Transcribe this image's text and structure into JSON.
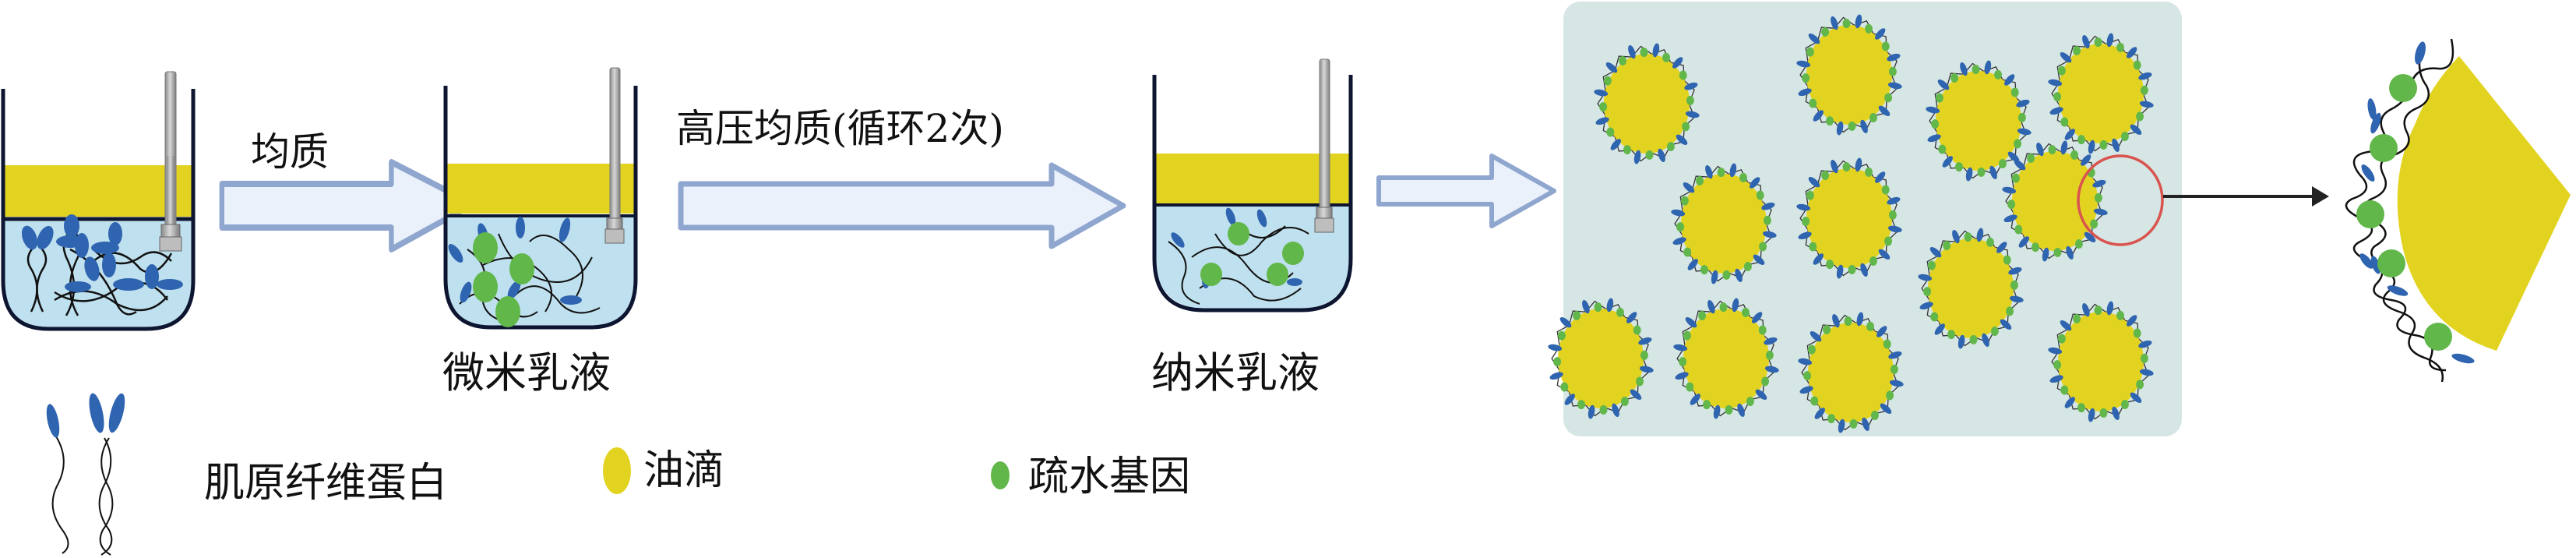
{
  "figure": {
    "steps": [
      {
        "label": "均质"
      },
      {
        "label": "高压均质(循环2次)"
      }
    ],
    "stages": [
      {
        "caption": ""
      },
      {
        "caption": "微米乳液"
      },
      {
        "caption": "纳米乳液"
      }
    ],
    "legend": [
      {
        "label": "肌原纤维蛋白",
        "symbol": "myofibrillar-protein-icon"
      },
      {
        "label": "油滴",
        "symbol": "oil-droplet-icon",
        "color": "#e3d321"
      },
      {
        "label": "疏水基因",
        "symbol": "hydrophobic-group-icon",
        "color": "#62b74a"
      }
    ],
    "colors": {
      "oil": "#e3d321",
      "water": "#bfe0ee",
      "protein_head": "#2f64b0",
      "hydrophobic": "#62b74a",
      "arrow_fill": "#eaf1fa",
      "arrow_stroke": "#8fa6cf",
      "panel_bg": "#d6e6e4",
      "highlight_circle": "#d9534f"
    },
    "droplet_count": 13
  }
}
